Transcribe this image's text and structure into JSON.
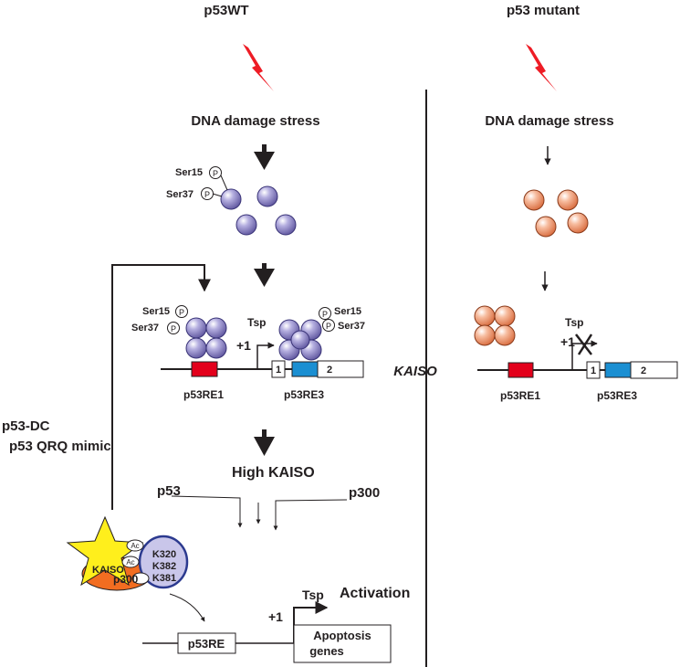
{
  "panels": {
    "wt_title": "p53WT",
    "mut_title": "p53 mutant"
  },
  "stress": {
    "wt": "DNA damage stress",
    "mut": "DNA damage stress"
  },
  "phospho": {
    "ser15": "Ser15",
    "ser37": "Ser37",
    "p": "P"
  },
  "promoter": {
    "tsp": "Tsp",
    "plus1": "+1",
    "exon1": "1",
    "exon2": "2",
    "re1": "p53RE1",
    "re3": "p53RE3",
    "gene": "KAISO"
  },
  "feedback": {
    "line1": "p53-DC",
    "line2": "p53 QRQ mimic"
  },
  "activation": {
    "high_kaiso": "High KAISO",
    "p53": "p53",
    "p300": "p300"
  },
  "complex": {
    "kaiso": "KAISO",
    "ac": "Ac",
    "k320": "K320",
    "k382": "K382",
    "k381": "K381",
    "p300": "p300"
  },
  "target": {
    "re": "p53RE",
    "tsp": "Tsp",
    "plus1": "+1",
    "activation": "Activation",
    "gene_line1": "Apoptosis",
    "gene_line2": "genes"
  },
  "colors": {
    "p53wt_sphere": "#8d86c8",
    "p53mut_sphere": "#f0a07c",
    "re_red": "#e3001b",
    "exon_blue": "#1b8fd2",
    "bolt_red": "#ee1c25",
    "kaiso_star": "#ffef1c",
    "p300_orange": "#f26d21",
    "p53_oval": "#c9c6ea",
    "p53_oval_border": "#2c3a8f"
  }
}
